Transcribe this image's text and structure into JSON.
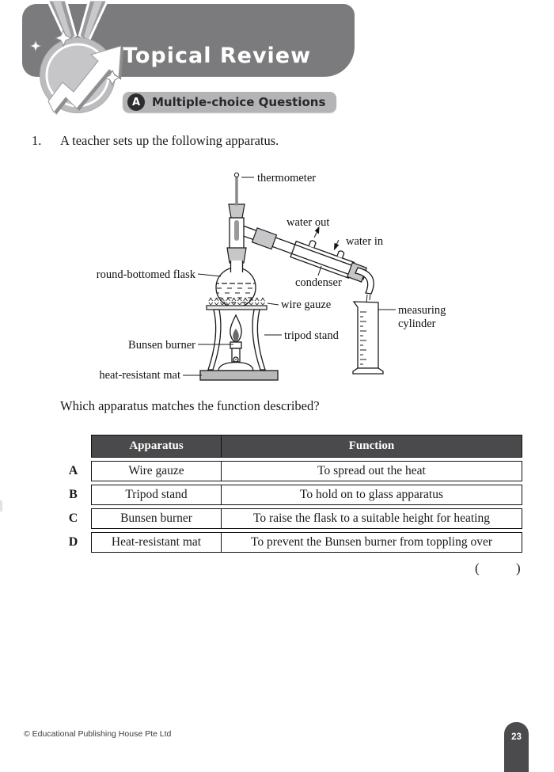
{
  "header": {
    "title": "Topical Review",
    "badge_letter": "A",
    "section_title": "Multiple-choice Questions",
    "banner_color": "#7b7b7d",
    "pill_color": "#b4b4b6",
    "badge_color": "#2d2d2f"
  },
  "question": {
    "number": "1.",
    "text": "A teacher sets up the following apparatus.",
    "prompt": "Which apparatus matches the function described?"
  },
  "diagram": {
    "labels": {
      "thermometer": "thermometer",
      "water_out": "water out",
      "water_in": "water in",
      "round_bottomed_flask": "round-bottomed flask",
      "condenser": "condenser",
      "wire_gauze": "wire gauze",
      "measuring_cylinder_line1": "measuring",
      "measuring_cylinder_line2": "cylinder",
      "tripod_stand": "tripod stand",
      "bunsen_burner": "Bunsen burner",
      "heat_resistant_mat": "heat-resistant mat"
    }
  },
  "table": {
    "headers": [
      "Apparatus",
      "Function"
    ],
    "header_bg": "#4a4a4c",
    "rows": [
      {
        "letter": "A",
        "apparatus": "Wire gauze",
        "function": "To spread out the heat"
      },
      {
        "letter": "B",
        "apparatus": "Tripod stand",
        "function": "To hold on to glass apparatus"
      },
      {
        "letter": "C",
        "apparatus": "Bunsen burner",
        "function": "To raise the flask to a suitable height for heating"
      },
      {
        "letter": "D",
        "apparatus": "Heat-resistant mat",
        "function": "To prevent the Bunsen burner from toppling over"
      }
    ]
  },
  "answer": {
    "open_bracket": "(",
    "close_bracket": ")"
  },
  "footer": {
    "copyright": "© Educational Publishing House Pte Ltd",
    "page_number": "23"
  }
}
